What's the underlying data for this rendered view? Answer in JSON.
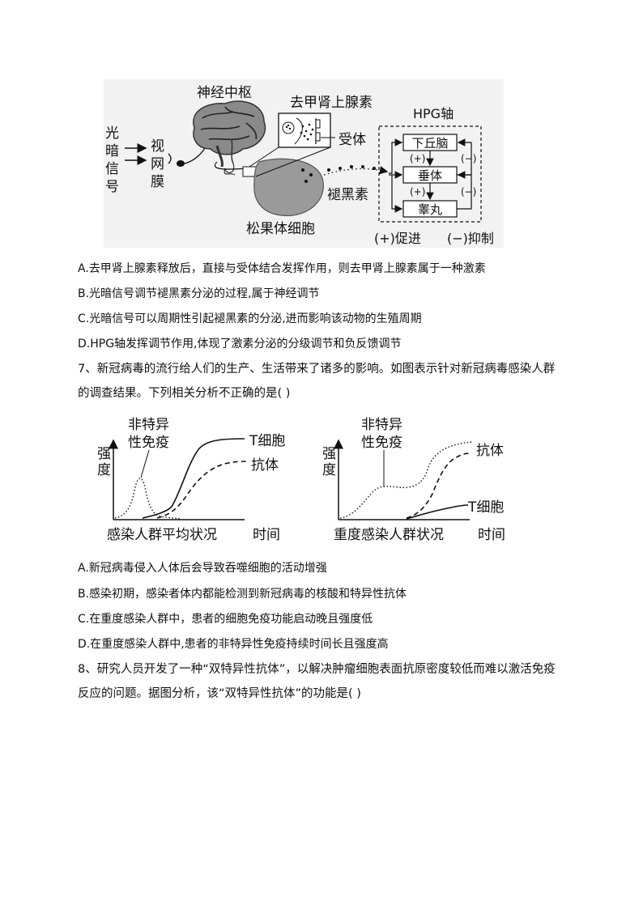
{
  "figure1": {
    "light_label": "光暗信号",
    "retina_label": "视网膜",
    "cns_label": "神经中枢",
    "ne_label": "去甲肾上腺素",
    "receptor_label": "受体",
    "pineal_label": "松果体细胞",
    "melatonin_label": "褪黑素",
    "hpg_title": "HPG轴",
    "boxes": [
      "下丘脑",
      "垂体",
      "睾丸"
    ],
    "plus": "(+)",
    "minus": "(−)",
    "legend_promote": "(+)促进",
    "legend_inhibit": "(−)抑制"
  },
  "q6_options": [
    "A.去甲肾上腺素释放后，直接与受体结合发挥作用，则去甲肾上腺素属于一种激素",
    "B.光暗信号调节褪黑素分泌的过程,属于神经调节",
    "C.光暗信号可以周期性引起褪黑素的分泌,进而影响该动物的生殖周期",
    "D.HPG轴发挥调节作用,体现了激素分泌的分级调节和负反馈调节"
  ],
  "q7": {
    "stem": "7、新冠病毒的流行给人们的生产、生活带来了诸多的影响。如图表示针对新冠病毒感染人群的调查结果。下列相关分析不正确的是(    )",
    "options": [
      "A.新冠病毒侵入人体后会导致吞噬细胞的活动增强",
      "B.感染初期，感染者体内都能检测到新冠病毒的核酸和特异性抗体",
      "C.在重度感染人群中，患者的细胞免疫功能启动晚且强度低",
      "D.在重度感染人群中,患者的非特异性免疫持续时间长且强度高"
    ]
  },
  "chart_data": [
    {
      "type": "line",
      "ylabel": "强度",
      "xlabel": "时间",
      "caption": "感染人群平均状况",
      "series": [
        {
          "name": "非特异性免疫",
          "style": "dotted"
        },
        {
          "name": "T细胞",
          "style": "solid"
        },
        {
          "name": "抗体",
          "style": "dashed"
        }
      ],
      "series_label_lines": [
        [
          "非特异",
          "性免疫"
        ]
      ]
    },
    {
      "type": "line",
      "ylabel": "强度",
      "xlabel": "时间",
      "caption": "重度感染人群状况",
      "series": [
        {
          "name": "非特异性免疫",
          "style": "dotted"
        },
        {
          "name": "抗体",
          "style": "dashed"
        },
        {
          "name": "T细胞",
          "style": "solid"
        }
      ],
      "series_label_lines": [
        [
          "非特异",
          "性免疫"
        ]
      ]
    }
  ],
  "q8": {
    "stem": "8、研究人员开发了一种“双特异性抗体”，以解决肿瘤细胞表面抗原密度较低而难以激活免疫反应的问题。据图分析，该“双特异性抗体”的功能是(    )"
  }
}
